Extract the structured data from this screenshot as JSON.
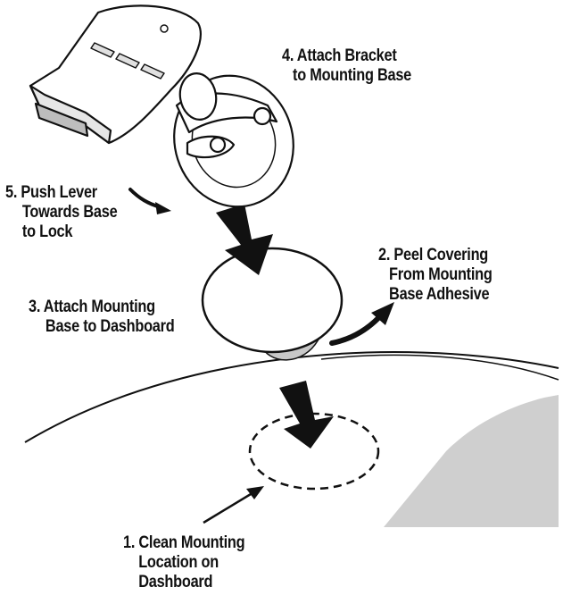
{
  "steps": {
    "step1": {
      "lines": [
        "1. Clean Mounting",
        "Location on",
        "Dashboard"
      ]
    },
    "step2": {
      "lines": [
        "2. Peel Covering",
        "From Mounting",
        "Base Adhesive"
      ]
    },
    "step3": {
      "lines": [
        "3. Attach Mounting",
        "Base to Dashboard"
      ]
    },
    "step4": {
      "lines": [
        "4. Attach Bracket",
        "to Mounting Base"
      ]
    },
    "step5": {
      "lines": [
        "5. Push Lever",
        "Towards Base",
        "to Lock"
      ]
    }
  },
  "colors": {
    "ink": "#111111",
    "background": "#ffffff",
    "adhesive_fill": "#c8c8c8",
    "dash_shading": "#cfcfcf"
  },
  "icons": [
    "mounting-bracket-icon",
    "suction-base-icon",
    "lever-icon"
  ]
}
